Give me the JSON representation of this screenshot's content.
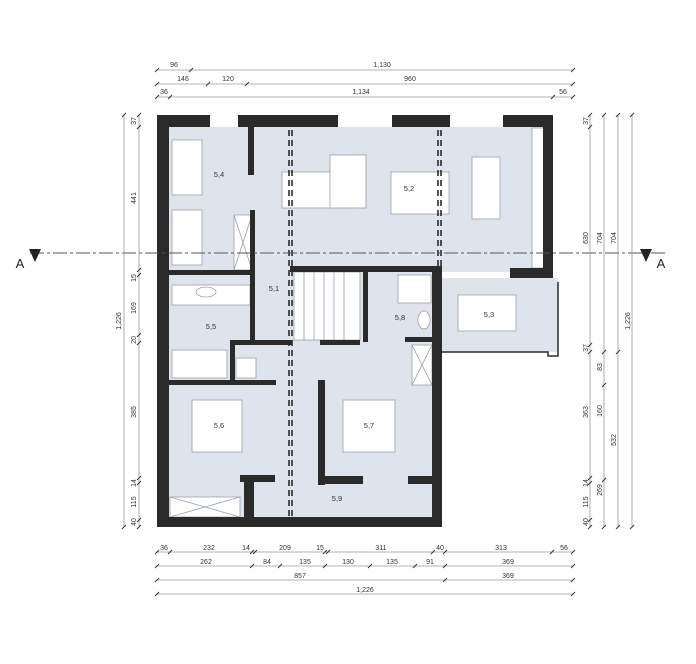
{
  "section": {
    "left_label": "A",
    "right_label": "A"
  },
  "rooms": {
    "r51": "5,1",
    "r52": "5,2",
    "r53": "5,3",
    "r54": "5,4",
    "r55": "5,5",
    "r56": "5,6",
    "r57": "5,7",
    "r58": "5,8",
    "r59": "5,9"
  },
  "dims": {
    "top": {
      "row1": [
        "96",
        "1,130"
      ],
      "row2": [
        "146",
        "120",
        "960"
      ],
      "row3": [
        "36",
        "1,134",
        "56"
      ]
    },
    "bottom": {
      "row1": [
        "36",
        "232",
        "14",
        "209",
        "15",
        "311",
        "40",
        "313",
        "56"
      ],
      "row2": [
        "262",
        "84",
        "135",
        "130",
        "135",
        "91",
        "369"
      ],
      "row3": [
        "857",
        "369"
      ],
      "row4": [
        "1,226"
      ]
    },
    "left": {
      "overall": "1,226",
      "segments": [
        "37",
        "441",
        "15",
        "169",
        "20",
        "385",
        "14",
        "115",
        "40"
      ]
    },
    "right": {
      "col1": [
        "37",
        "630",
        "37",
        "363",
        "14",
        "115",
        "40"
      ],
      "col2": [
        "704",
        "83",
        "160",
        "269"
      ],
      "col3": [
        "704",
        "532"
      ],
      "col4": "1,226"
    }
  },
  "colors": {
    "room_fill": "#dfe3ec",
    "wall": "#2a2a2a"
  }
}
